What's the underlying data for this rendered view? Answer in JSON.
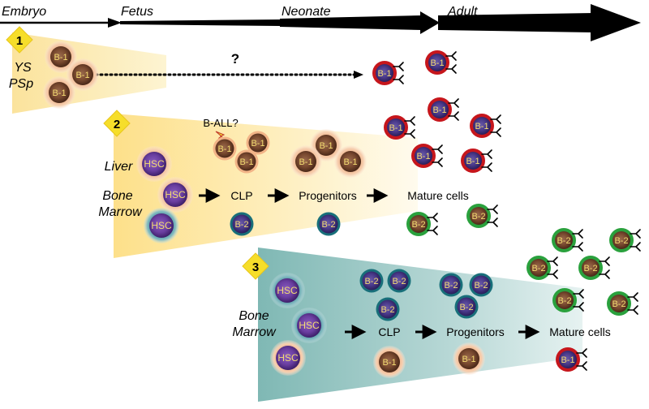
{
  "timeline": {
    "stages": [
      "Embryo",
      "Fetus",
      "Neonate",
      "Adult"
    ]
  },
  "waves": [
    {
      "number": "1",
      "sites": [
        "YS",
        "PSp"
      ],
      "question": "?"
    },
    {
      "number": "2",
      "sites": [
        "Liver",
        "Bone",
        "Marrow"
      ],
      "annotation": "B-ALL?",
      "steps": [
        "CLP",
        "Progenitors",
        "Mature cells"
      ]
    },
    {
      "number": "3",
      "sites": [
        "Bone",
        "Marrow"
      ],
      "steps": [
        "CLP",
        "Progenitors",
        "Mature cells"
      ]
    }
  ],
  "cell_labels": {
    "hsc": "HSC",
    "b1": "B-1",
    "b2": "B-2"
  },
  "colors": {
    "wave1_fill": "#fbecb6",
    "wave2_fill": "#fde9a4",
    "wave3_fill": "#8fc4bf",
    "marker": "#f6de2a",
    "b1_mature": "#c6161c",
    "b2_mature": "#2aa13d",
    "b1_precursor": "#f2b487",
    "b2_precursor": "#186f7a",
    "cell_label": "#f4dc72"
  }
}
